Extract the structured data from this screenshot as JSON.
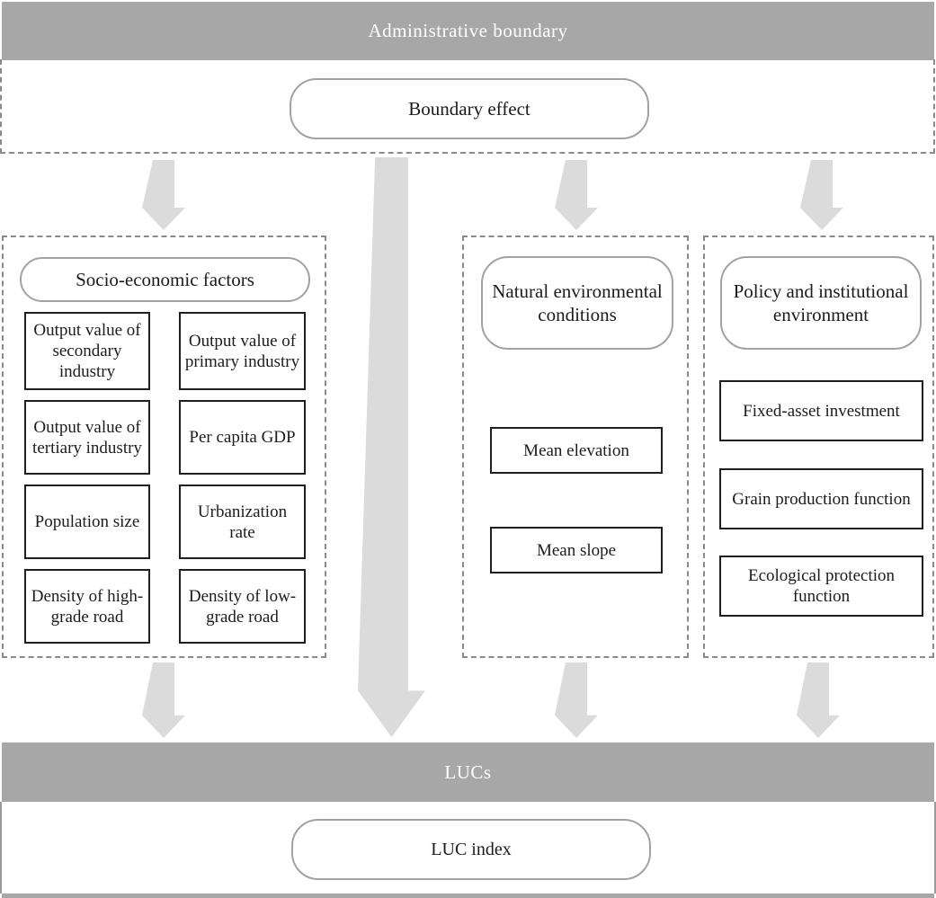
{
  "diagram_title": "Administrative boundary",
  "top_bar": {
    "label": "Administrative boundary"
  },
  "boundary_effect": {
    "label": "Boundary effect"
  },
  "groups": [
    {
      "title": "Socio-economic factors",
      "items": [
        "Output value of secondary industry",
        "Output value of primary industry",
        "Output value of tertiary industry",
        "Per capita GDP",
        "Population size",
        "Urbanization rate",
        "Density of high-grade road",
        "Density of low-grade road"
      ]
    },
    {
      "title": "Natural environmental conditions",
      "items": [
        "Mean elevation",
        "Mean slope"
      ]
    },
    {
      "title": "Policy and institutional environment",
      "items": [
        "Fixed-asset investment",
        "Grain production function",
        "Ecological protection function"
      ]
    }
  ],
  "lucs_bar": {
    "label": "LUCs"
  },
  "luc_index": {
    "label": "LUC index"
  },
  "colors": {
    "bar_gray": "#a7a7a7",
    "arrow_gray": "#dbdbdb",
    "dash_gray": "#8a8a8a",
    "rounded_border_gray": "#a2a2a2",
    "box_border_black": "#1f1f1f",
    "bar_text_white": "#ffffff",
    "text_black": "#1c1c1c"
  }
}
